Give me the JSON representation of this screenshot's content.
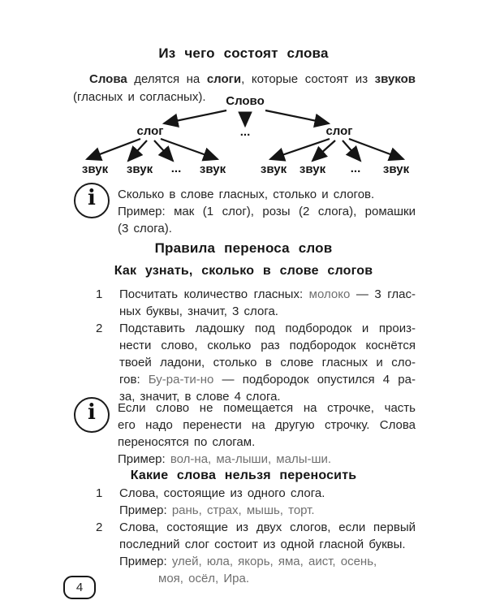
{
  "page": {
    "number": "4"
  },
  "title": "Из чего состоят слова",
  "intro": {
    "lines": [
      [
        {
          "t": "Слова",
          "s": "b"
        },
        {
          "t": " делятся на "
        },
        {
          "t": "слоги",
          "s": "b"
        },
        {
          "t": ", которые состоят из "
        },
        {
          "t": "звуков",
          "s": "b"
        }
      ],
      "(гласных и согласных)."
    ]
  },
  "diagram": {
    "word": "Слово",
    "syllable": "слог",
    "sound": "звук",
    "ellipsis": "..."
  },
  "info_note_1": {
    "icon_glyph": "i",
    "lines": [
      "Сколько в слове гласных, столько и слогов.",
      "Пример: мак (1 слог), розы (2 слога), ромашки",
      "(3 слога)."
    ]
  },
  "rules_heading": "Правила переноса слов",
  "how_heading": "Как узнать, сколько в слове слогов",
  "how_items": [
    {
      "num": "1",
      "lines": [
        [
          {
            "t": "Посчитать количество гласных: "
          },
          {
            "t": "молоко",
            "s": "g"
          },
          {
            "t": " — 3 глас-"
          }
        ],
        "ных буквы, значит, 3 слога."
      ]
    },
    {
      "num": "2",
      "lines": [
        "Подставить ладошку под подбородок и произ-",
        "нести слово, сколько раз подбородок коснётся",
        "твоей ладони, столько в слове гласных и сло-",
        [
          {
            "t": "гов: "
          },
          {
            "t": "Бу-ра-ти-но",
            "s": "g"
          },
          {
            "t": " — подбородок опустился 4 ра-"
          }
        ],
        "за, значит, в слове 4 слога."
      ]
    }
  ],
  "info_note_2": {
    "icon_glyph": "i",
    "lines": [
      "Если слово не помещается на строчке, часть",
      "его надо перенести на другую строчку. Слова",
      "переносятся по слогам.",
      [
        {
          "t": "Пример: "
        },
        {
          "t": "вол-на, ма-лыши, малы-ши.",
          "s": "g"
        }
      ]
    ]
  },
  "cannot_heading": "Какие слова нельзя переносить",
  "cannot_items": [
    {
      "num": "1",
      "lines": [
        "Слова, состоящие из одного слога.",
        [
          {
            "t": "Пример: "
          },
          {
            "t": "рань, страх, мышь, торт.",
            "s": "g"
          }
        ]
      ]
    },
    {
      "num": "2",
      "lines": [
        "Слова, состоящие из двух слогов, если первый или",
        "последний слог состоит из одной гласной буквы.",
        [
          {
            "t": "Пример: "
          },
          {
            "t": "улей, юла, якорь, яма, аист, осень,",
            "s": "g"
          }
        ],
        [
          {
            "t": "моя, осёл, Ира.",
            "s": "g"
          }
        ]
      ]
    }
  ],
  "colors": {
    "text": "#242424",
    "muted": "#6f6f6f",
    "ink": "#151515"
  }
}
